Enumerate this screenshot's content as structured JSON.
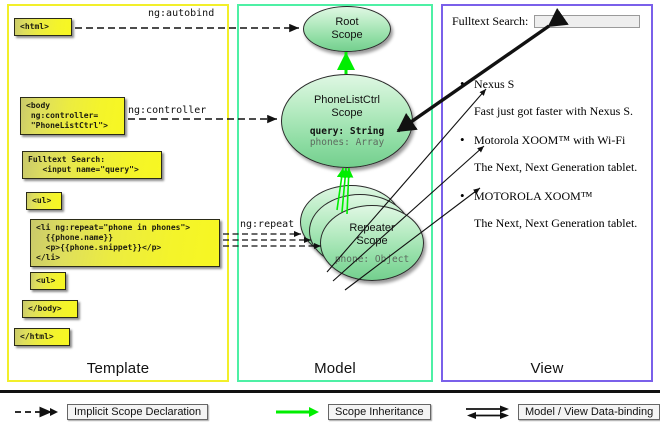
{
  "panels": {
    "template": {
      "label": "Template",
      "border_color": "#f2ef2a",
      "boxes": [
        {
          "name": "html-open",
          "text": "<html>"
        },
        {
          "name": "body-open",
          "text": "<body\n ng:controller=\n \"PhoneListCtrl\">"
        },
        {
          "name": "fulltext",
          "text": "Fulltext Search:\n   <input name=\"query\">"
        },
        {
          "name": "ul-open",
          "text": "<ul>"
        },
        {
          "name": "li-repeat",
          "text": "<li ng:repeat=\"phone in phones\">\n  {{phone.name}}\n  <p>{{phone.snippet}}</p>\n</li>"
        },
        {
          "name": "ul-close",
          "text": "<ul>"
        },
        {
          "name": "body-close",
          "text": "</body>"
        },
        {
          "name": "html-close",
          "text": "</html>"
        }
      ]
    },
    "model": {
      "label": "Model",
      "border_color": "#4ef0a5",
      "scopes": [
        {
          "name": "root-scope",
          "title": "Root\nScope",
          "title_line1": "Root",
          "title_line2": "Scope",
          "fields": []
        },
        {
          "name": "phonelistctrl-scope",
          "title_line1": "PhoneListCtrl",
          "title_line2": "Scope",
          "fields": [
            {
              "text": "query: String",
              "emphasis": "strong"
            },
            {
              "text": "phones: Array",
              "emphasis": "dim"
            }
          ]
        },
        {
          "name": "repeater-scope",
          "title_line1": "Repeater",
          "title_line2": "Scope",
          "stack_count": 3,
          "fields": [
            {
              "text": "phone: Object",
              "emphasis": "dim"
            }
          ]
        }
      ]
    },
    "view": {
      "label": "View",
      "border_color": "#7a60ea",
      "search_label": "Fulltext Search:",
      "search_value": "",
      "search_placeholder": "",
      "items": [
        {
          "title": "Nexus S",
          "snippet": "Fast just got faster with Nexus S."
        },
        {
          "title": "Motorola XOOM™  with Wi-Fi",
          "snippet": "The Next, Next Generation tablet."
        },
        {
          "title": "MOTOROLA XOOM™",
          "snippet": "The Next, Next Generation tablet."
        }
      ]
    }
  },
  "arrow_labels": {
    "autobind": "ng:autobind",
    "controller": "ng:controller",
    "repeat": "ng:repeat"
  },
  "legend": [
    {
      "name": "implicit-scope-declaration",
      "label": "Implicit Scope Declaration",
      "style": "dashed-arrow",
      "color": "#111111"
    },
    {
      "name": "scope-inheritance",
      "label": "Scope Inheritance",
      "style": "solid-arrow",
      "color": "#00ee00"
    },
    {
      "name": "model-view-data-binding",
      "label": "Model / View Data-binding",
      "style": "double-arrow",
      "color": "#111111"
    }
  ]
}
